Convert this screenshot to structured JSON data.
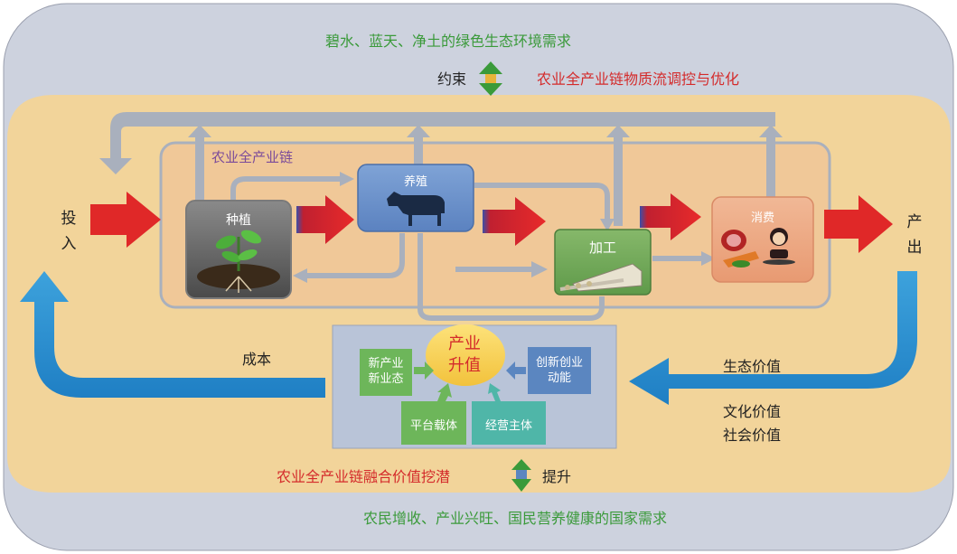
{
  "top_need": "碧水、蓝天、净土的绿色生态环境需求",
  "constraint_label": "约束",
  "optimization_label": "农业全产业链物质流调控与优化",
  "chain_title": "农业全产业链",
  "input_label": "投入",
  "output_label": "产出",
  "stages": {
    "planting": "种植",
    "breeding": "养殖",
    "processing": "加工",
    "consumption": "消费"
  },
  "cost_label": "成本",
  "values": {
    "ecological": "生态价值",
    "cultural": "文化价值",
    "social": "社会价值"
  },
  "upgrade": {
    "center_line1": "产业",
    "center_line2": "升值",
    "new_industry_line1": "新产业",
    "new_industry_line2": "新业态",
    "innovation_line1": "创新创业",
    "innovation_line2": "动能",
    "platform": "平台载体",
    "operator": "经营主体"
  },
  "value_mining_label": "农业全产业链融合价值挖潜",
  "improve_label": "提升",
  "bottom_need": "农民增收、产业兴旺、国民营养健康的国家需求",
  "colors": {
    "outer_bg": "#cdd2de",
    "inner_bg": "#f2d49a",
    "chain_bg": "#f0c898",
    "green_text": "#3a9a3a",
    "red_text": "#d42b2b",
    "blue_arrow": "#2a8fd0",
    "red_arrow": "#e02828",
    "gray_arrow": "#a9b0bd"
  }
}
